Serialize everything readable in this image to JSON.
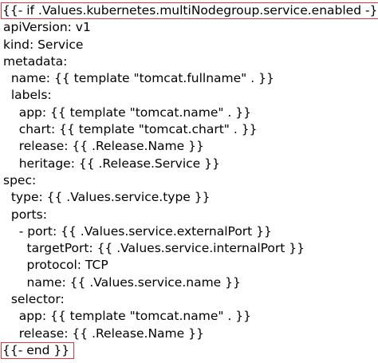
{
  "document": {
    "lines": [
      "{{- if .Values.kubernetes.multiNodegroup.service.enabled -}}",
      "apiVersion: v1",
      "kind: Service",
      "metadata:",
      "  name: {{ template \"tomcat.fullname\" . }}",
      "  labels:",
      "    app: {{ template \"tomcat.name\" . }}",
      "    chart: {{ template \"tomcat.chart\" . }}",
      "    release: {{ .Release.Name }}",
      "    heritage: {{ .Release.Service }}",
      "spec:",
      "  type: {{ .Values.service.type }}",
      "  ports:",
      "    - port: {{ .Values.service.externalPort }}",
      "      targetPort: {{ .Values.service.internalPort }}",
      "      protocol: TCP",
      "      name: {{ .Values.service.name }}",
      "  selector:",
      "    app: {{ template \"tomcat.name\" . }}",
      "    release: {{ .Release.Name }}",
      "{{- end }}"
    ]
  },
  "colors": {
    "highlight_border": "#e0303a",
    "text": "#000000",
    "background": "#ffffff"
  }
}
